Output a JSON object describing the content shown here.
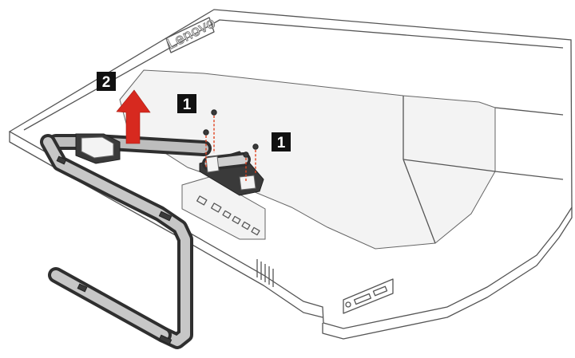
{
  "diagram": {
    "logo_text": "Lenovo",
    "callouts": [
      {
        "label": "1"
      },
      {
        "label": "1"
      },
      {
        "label": "2"
      }
    ],
    "colors": {
      "arrow": "#d7291f",
      "screw_guide": "#e0421f",
      "outline": "#555555",
      "callout_box": "#111111"
    },
    "icons": [
      "up-arrow-icon",
      "screw-icon"
    ]
  }
}
